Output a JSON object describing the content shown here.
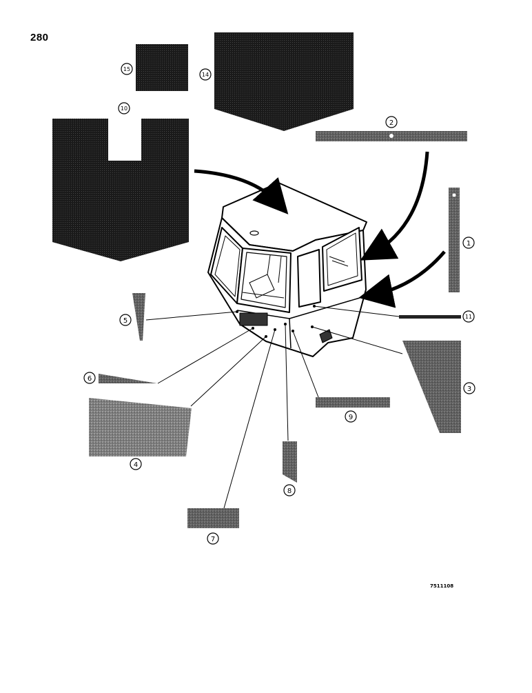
{
  "page": {
    "number": "280",
    "reference_code": "7511108"
  },
  "parts": [
    {
      "id": "1",
      "label": "1"
    },
    {
      "id": "2",
      "label": "2"
    },
    {
      "id": "3",
      "label": "3"
    },
    {
      "id": "4",
      "label": "4"
    },
    {
      "id": "5",
      "label": "5"
    },
    {
      "id": "6",
      "label": "6"
    },
    {
      "id": "7",
      "label": "7"
    },
    {
      "id": "8",
      "label": "8"
    },
    {
      "id": "9",
      "label": "9"
    },
    {
      "id": "10",
      "label": "10"
    },
    {
      "id": "11",
      "label": "11"
    },
    {
      "id": "14",
      "label": "14"
    },
    {
      "id": "15",
      "label": "15"
    }
  ],
  "colors": {
    "dark_pad": "#222222",
    "mid_pad": "#6a6a6a",
    "light_pad": "#8c8c8c",
    "line": "#000000"
  }
}
